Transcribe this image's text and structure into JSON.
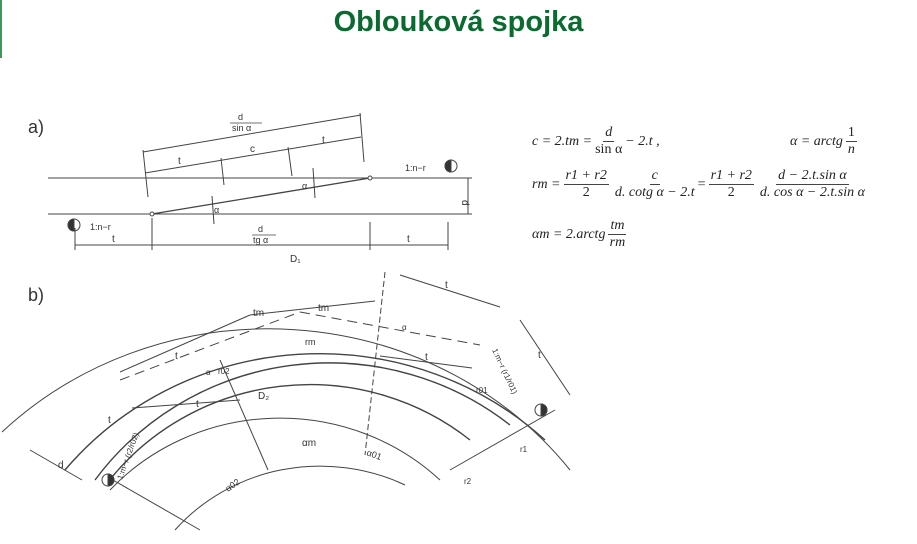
{
  "title": "Oblouková spojka",
  "diagram_a": {
    "label": "a)",
    "d_over_sin": {
      "num": "d",
      "den": "sin α"
    },
    "d_over_tg": {
      "num": "d",
      "den": "tg α"
    },
    "t": "t",
    "c": "c",
    "alpha": "α",
    "d": "d",
    "slope_left": "1:n−r",
    "slope_right": "1:n−r"
  },
  "diagram_b": {
    "label": "b)",
    "D1": "D₁",
    "D2": "D₂",
    "t": "t",
    "tm": "tm",
    "rm": "rm",
    "r01": "r01",
    "r02": "r02",
    "r1": "r1",
    "r2": "r2",
    "alpha": "α",
    "alpha_m": "αm",
    "alpha_01": "α01",
    "alpha_02": "α02",
    "d": "d",
    "slope_right": "1:m−r (r1/r01)",
    "slope_left": "1:m−r (r2/r02)"
  },
  "formulas": {
    "c": {
      "lhs": "c = 2.tm =",
      "num": "d",
      "den": "sin α",
      "rest": "− 2.t   ,"
    },
    "alpha": {
      "lhs": "α = arctg",
      "num": "1",
      "den": "n"
    },
    "rm": {
      "lhs": "rm =",
      "n1": "r1 + r2",
      "d1": "2",
      "n2": "c",
      "d2": "d. cotg α − 2.t",
      "eq": "=",
      "n3": "r1 + r2",
      "d3": "2",
      "n4": "d − 2.t.sin α",
      "d4": "d. cos α − 2.t.sin α"
    },
    "alpha_m": {
      "lhs": "αm = 2.arctg",
      "num": "tm",
      "den": "rm"
    }
  },
  "colors": {
    "title": "#0b6a30",
    "edge": "#3a9a5a"
  }
}
